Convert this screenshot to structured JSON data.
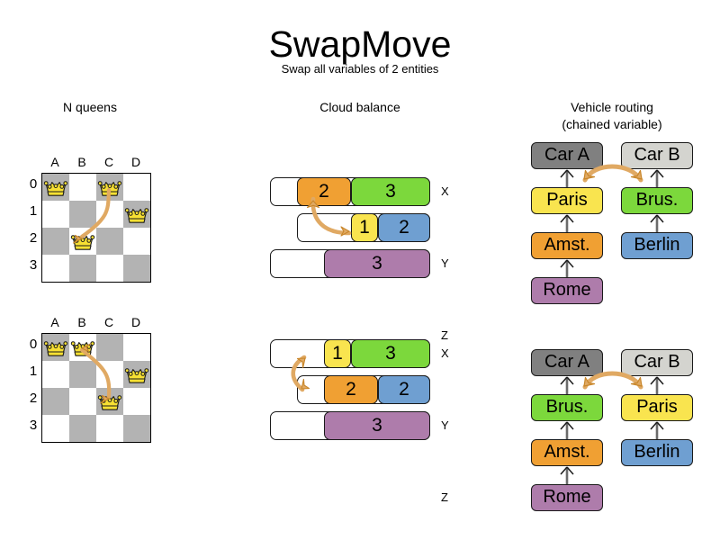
{
  "header": {
    "title": "SwapMove",
    "subtitle": "Swap all variables of 2 entities"
  },
  "colors": {
    "orange": "#f0a033",
    "green": "#7cd83c",
    "yellow": "#f9e44f",
    "blue": "#6f9fd1",
    "purple": "#ae7cab",
    "car_a_gray": "#808080",
    "car_b_gray": "#d4d4cf",
    "board_dark": "#b3b3b3",
    "board_light": "#ffffff",
    "arrow": "#e0a963",
    "arrow_stroke": "#c8862a",
    "queen_gold": "#f7e033"
  },
  "sections": {
    "queens": {
      "heading": "N queens"
    },
    "cloud": {
      "heading": "Cloud balance"
    },
    "vrp": {
      "heading": "Vehicle routing\n(chained variable)",
      "heading_line1": "Vehicle routing",
      "heading_line2": "(chained variable)"
    }
  },
  "queens": {
    "column_labels": [
      "A",
      "B",
      "C",
      "D"
    ],
    "row_labels": [
      "0",
      "1",
      "2",
      "3"
    ],
    "before": {
      "queens": [
        {
          "col": "A",
          "row": "0"
        },
        {
          "col": "C",
          "row": "0"
        },
        {
          "col": "D",
          "row": "1"
        },
        {
          "col": "B",
          "row": "2"
        }
      ],
      "arrow": {
        "from": "C0",
        "to": "B2",
        "double_headed": false
      }
    },
    "after": {
      "queens": [
        {
          "col": "A",
          "row": "0"
        },
        {
          "col": "B",
          "row": "0"
        },
        {
          "col": "D",
          "row": "1"
        },
        {
          "col": "C",
          "row": "2"
        }
      ],
      "arrow": {
        "from": "B0",
        "to": "C2",
        "double_headed": true
      }
    }
  },
  "cloud_balance": {
    "before": {
      "rows": [
        {
          "label": "X",
          "segments": [
            {
              "value": "",
              "color": "#ffffff",
              "width": 30
            },
            {
              "value": "2",
              "color": "#f0a033",
              "width": 60
            },
            {
              "value": "3",
              "color": "#7cd83c",
              "width": 88
            }
          ]
        },
        {
          "label": "Y",
          "segments": [
            {
              "value": "",
              "color": "#ffffff",
              "width": 60
            },
            {
              "value": "1",
              "color": "#f9e44f",
              "width": 30
            },
            {
              "value": "2",
              "color": "#6f9fd1",
              "width": 58
            }
          ]
        },
        {
          "label": "Z",
          "segments": [
            {
              "value": "",
              "color": "#ffffff",
              "width": 60
            },
            {
              "value": "3",
              "color": "#ae7cab",
              "width": 118
            }
          ]
        }
      ],
      "arrow": {
        "from": "Y-yellow",
        "to": "X-orange",
        "double_headed": false
      }
    },
    "after": {
      "rows": [
        {
          "label": "X",
          "segments": [
            {
              "value": "",
              "color": "#ffffff",
              "width": 60
            },
            {
              "value": "1",
              "color": "#f9e44f",
              "width": 30
            },
            {
              "value": "3",
              "color": "#7cd83c",
              "width": 88
            }
          ]
        },
        {
          "label": "Y",
          "segments": [
            {
              "value": "",
              "color": "#ffffff",
              "width": 30
            },
            {
              "value": "2",
              "color": "#f0a033",
              "width": 60
            },
            {
              "value": "2",
              "color": "#6f9fd1",
              "width": 58
            }
          ]
        },
        {
          "label": "Z",
          "segments": [
            {
              "value": "",
              "color": "#ffffff",
              "width": 60
            },
            {
              "value": "3",
              "color": "#ae7cab",
              "width": 118
            }
          ]
        }
      ],
      "arrow": {
        "from": "X-yellow",
        "to": "Y-orange",
        "double_headed": true
      }
    }
  },
  "vehicle_routing": {
    "before": {
      "chain_a": [
        {
          "label": "Car A",
          "color": "#808080"
        },
        {
          "label": "Paris",
          "color": "#f9e44f"
        },
        {
          "label": "Amst.",
          "color": "#f0a033"
        },
        {
          "label": "Rome",
          "color": "#ae7cab"
        }
      ],
      "chain_b": [
        {
          "label": "Car B",
          "color": "#d4d4cf"
        },
        {
          "label": "Brus.",
          "color": "#7cd83c"
        },
        {
          "label": "Berlin",
          "color": "#6f9fd1"
        }
      ],
      "arrow": {
        "from": "Paris",
        "to": "Brus.",
        "double_headed": true
      }
    },
    "after": {
      "chain_a": [
        {
          "label": "Car A",
          "color": "#808080"
        },
        {
          "label": "Brus.",
          "color": "#7cd83c"
        },
        {
          "label": "Amst.",
          "color": "#f0a033"
        },
        {
          "label": "Rome",
          "color": "#ae7cab"
        }
      ],
      "chain_b": [
        {
          "label": "Car B",
          "color": "#d4d4cf"
        },
        {
          "label": "Paris",
          "color": "#f9e44f"
        },
        {
          "label": "Berlin",
          "color": "#6f9fd1"
        }
      ],
      "arrow": {
        "from": "Brus.",
        "to": "Paris",
        "double_headed": true
      }
    }
  }
}
